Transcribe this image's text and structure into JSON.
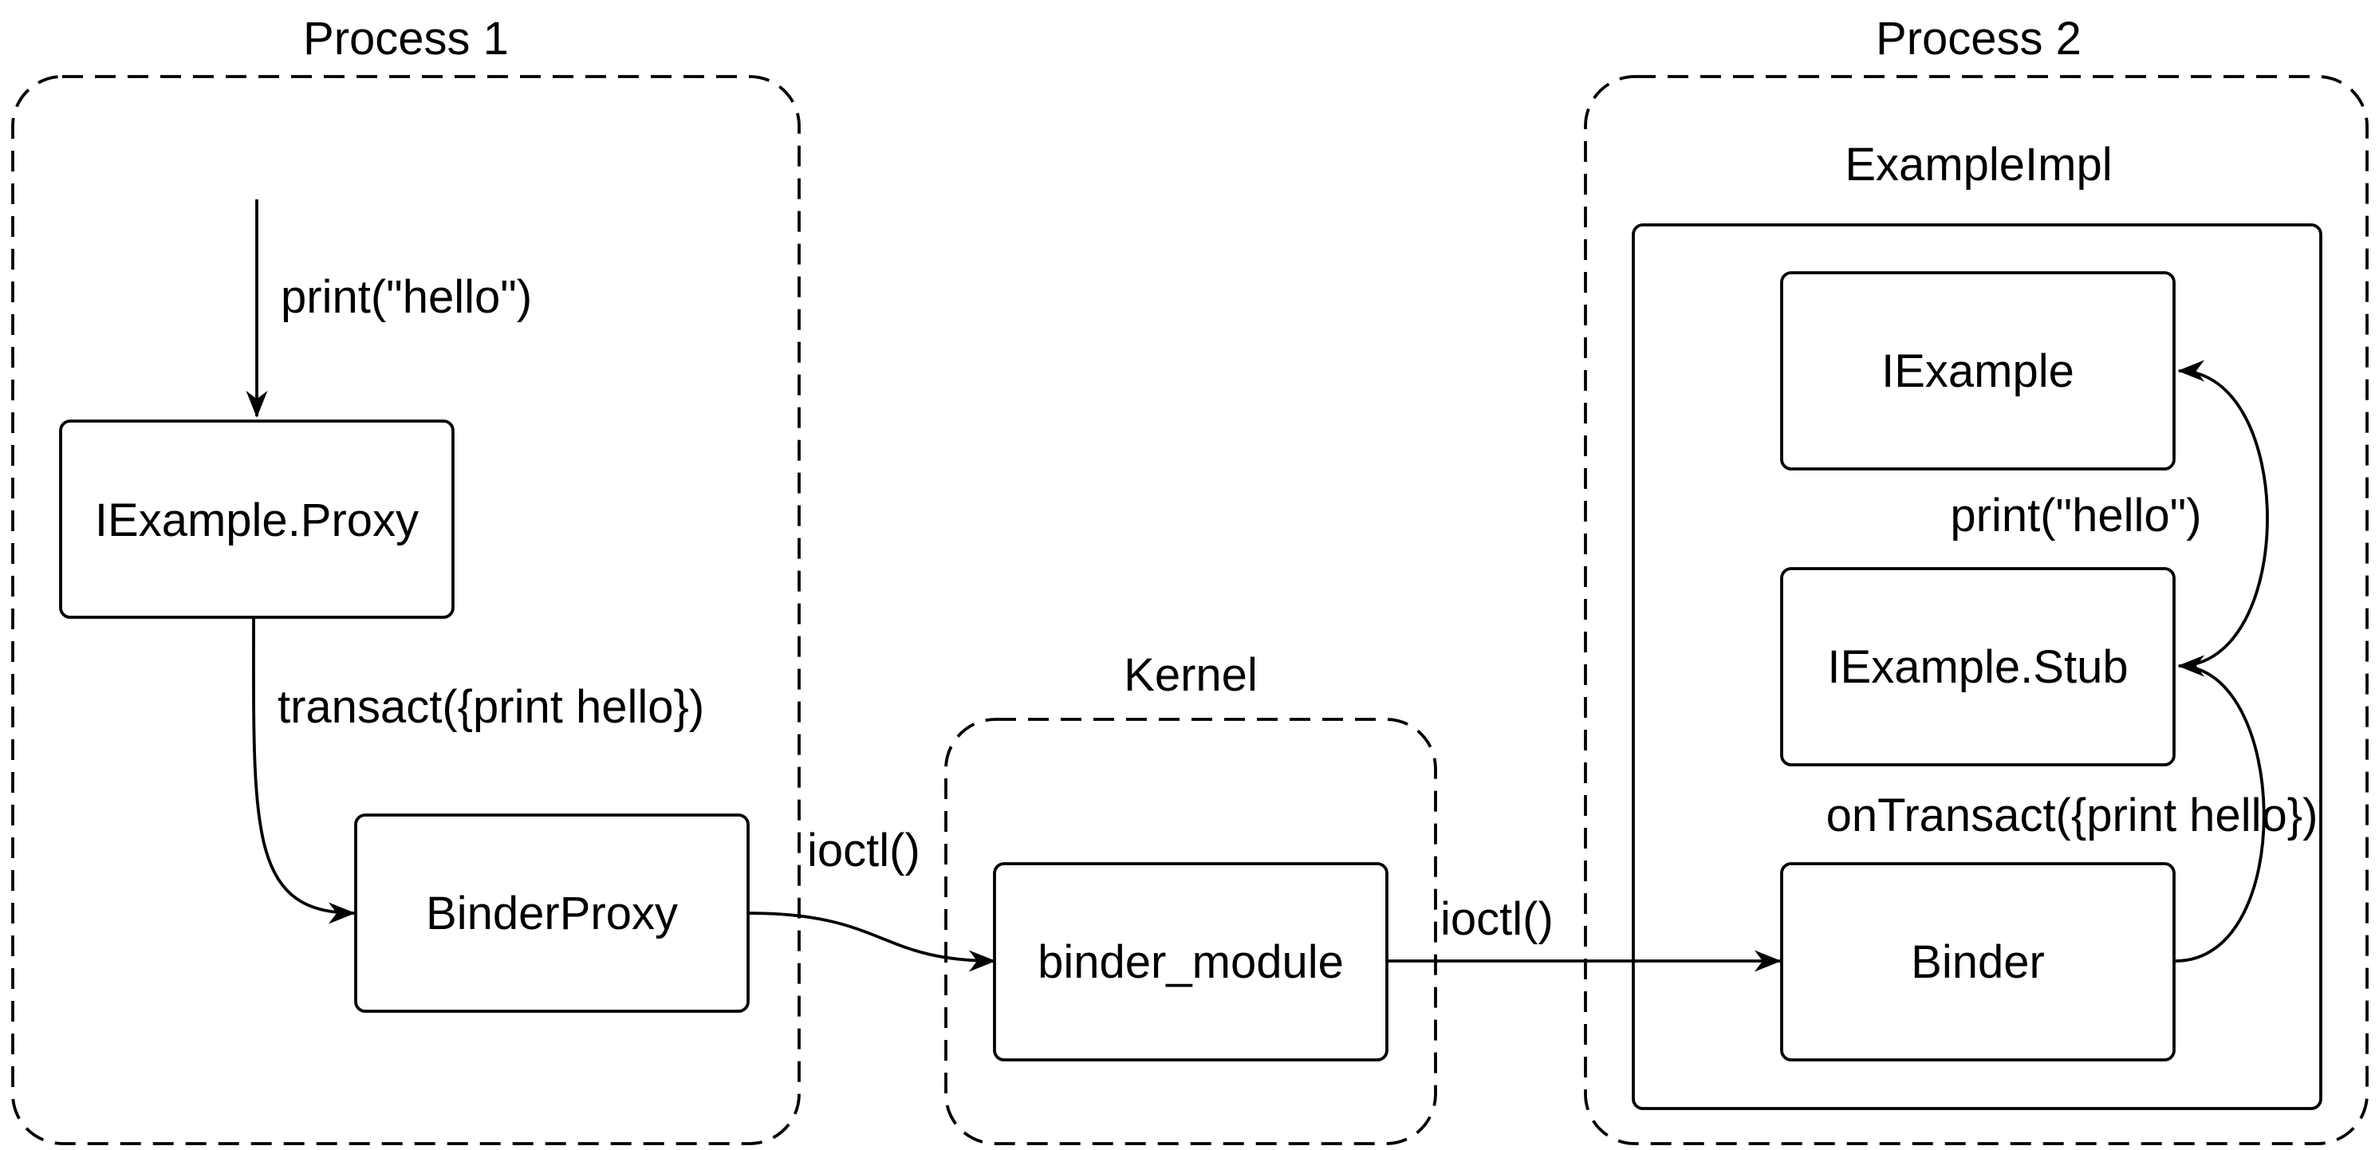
{
  "diagram": {
    "groups": {
      "process1": {
        "title": "Process 1"
      },
      "kernel": {
        "title": "Kernel"
      },
      "process2": {
        "title": "Process 2"
      },
      "example_impl": {
        "title": "ExampleImpl"
      }
    },
    "nodes": {
      "iexample_proxy": "IExample.Proxy",
      "binder_proxy": "BinderProxy",
      "binder_module": "binder_module",
      "iexample": "IExample",
      "iexample_stub": "IExample.Stub",
      "binder": "Binder"
    },
    "edge_labels": {
      "print_hello_in": "print(\"hello\")",
      "transact": "transact({print hello})",
      "ioctl_1": "ioctl()",
      "ioctl_2": "ioctl()",
      "print_hello_impl": "print(\"hello\")",
      "on_transact": "onTransact({print hello})"
    },
    "colors": {
      "stroke": "#000000",
      "background": "#ffffff",
      "text": "#000000"
    }
  }
}
